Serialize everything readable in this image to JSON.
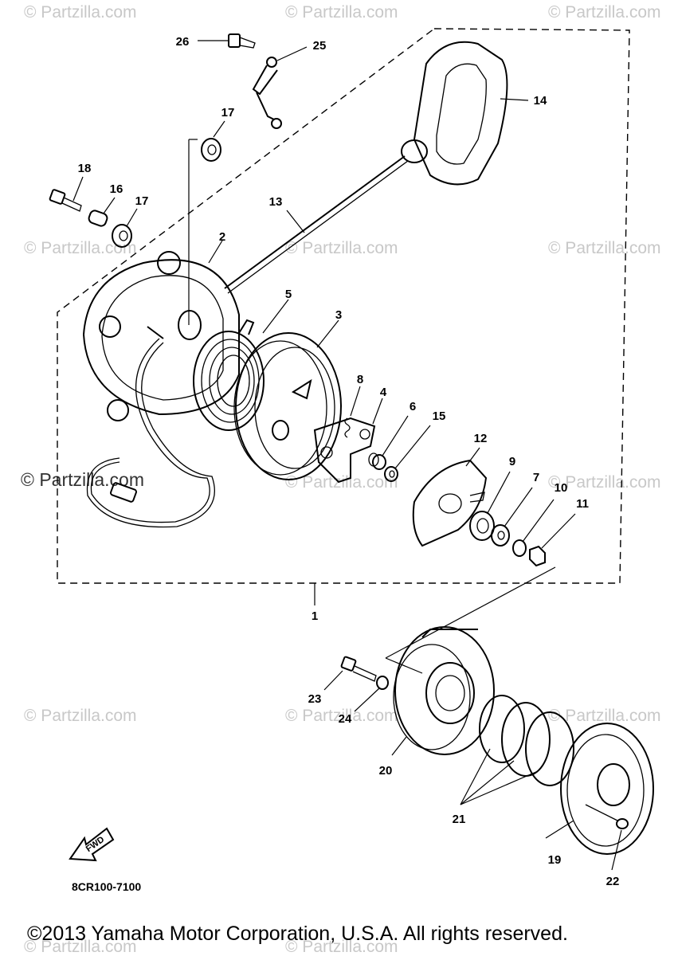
{
  "diagram": {
    "code": "8CR100-7100",
    "fwd_label": "FWD",
    "copyright": "©2013  Yamaha Motor Corporation, U.S.A. All rights reserved.",
    "watermark": "© Partzilla.com",
    "callouts": [
      {
        "id": "1",
        "text": "1"
      },
      {
        "id": "2",
        "text": "2"
      },
      {
        "id": "3",
        "text": "3"
      },
      {
        "id": "4",
        "text": "4"
      },
      {
        "id": "5",
        "text": "5"
      },
      {
        "id": "6",
        "text": "6"
      },
      {
        "id": "7",
        "text": "7"
      },
      {
        "id": "8",
        "text": "8"
      },
      {
        "id": "9",
        "text": "9"
      },
      {
        "id": "10",
        "text": "10"
      },
      {
        "id": "11",
        "text": "11"
      },
      {
        "id": "12",
        "text": "12"
      },
      {
        "id": "13",
        "text": "13"
      },
      {
        "id": "14",
        "text": "14"
      },
      {
        "id": "15",
        "text": "15"
      },
      {
        "id": "16",
        "text": "16"
      },
      {
        "id": "17a",
        "text": "17"
      },
      {
        "id": "17b",
        "text": "17"
      },
      {
        "id": "18",
        "text": "18"
      },
      {
        "id": "19",
        "text": "19"
      },
      {
        "id": "20",
        "text": "20"
      },
      {
        "id": "21",
        "text": "21"
      },
      {
        "id": "22",
        "text": "22"
      },
      {
        "id": "23",
        "text": "23"
      },
      {
        "id": "24",
        "text": "24"
      },
      {
        "id": "25",
        "text": "25"
      },
      {
        "id": "26",
        "text": "26"
      }
    ]
  }
}
